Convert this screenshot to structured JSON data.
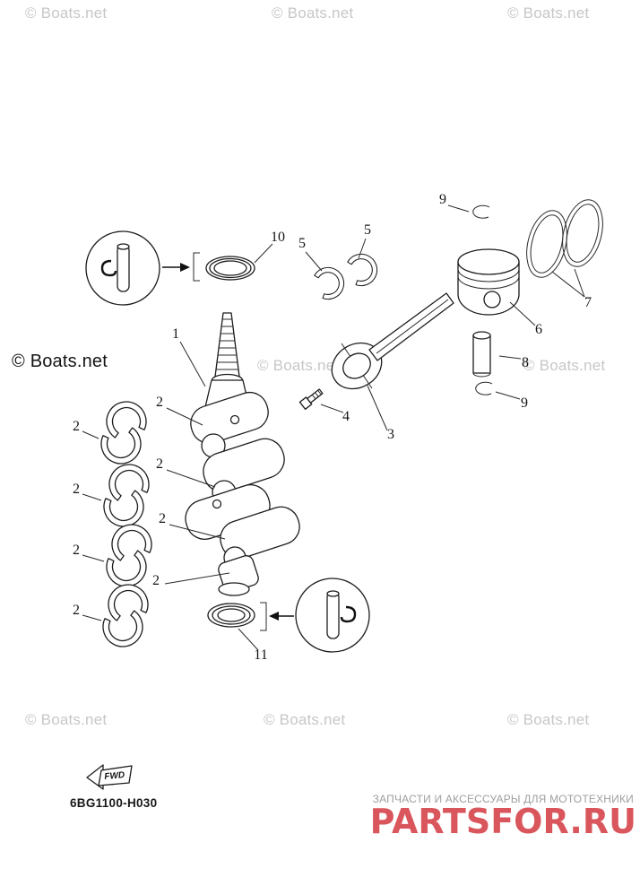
{
  "watermarks": {
    "light_text": "© Boats.net",
    "dark_text": "© Boats.net",
    "light_color": "#c7c7c7",
    "dark_color": "#141414"
  },
  "parts": {
    "p1": "1",
    "p2": "2",
    "p3": "3",
    "p4": "4",
    "p5": "5",
    "p6": "6",
    "p7": "7",
    "p8": "8",
    "p9": "9",
    "p10": "10",
    "p11": "11"
  },
  "footer": {
    "fwd": "FWD",
    "code": "6BG1100-H030",
    "tagline": "ЗАПЧАСТИ И АКСЕССУАРЫ ДЛЯ МОТОТЕХНИКИ",
    "logo": "PARTSFOR.RU",
    "logo_color": "#d9565c",
    "tagline_color": "#9e9e9e"
  }
}
